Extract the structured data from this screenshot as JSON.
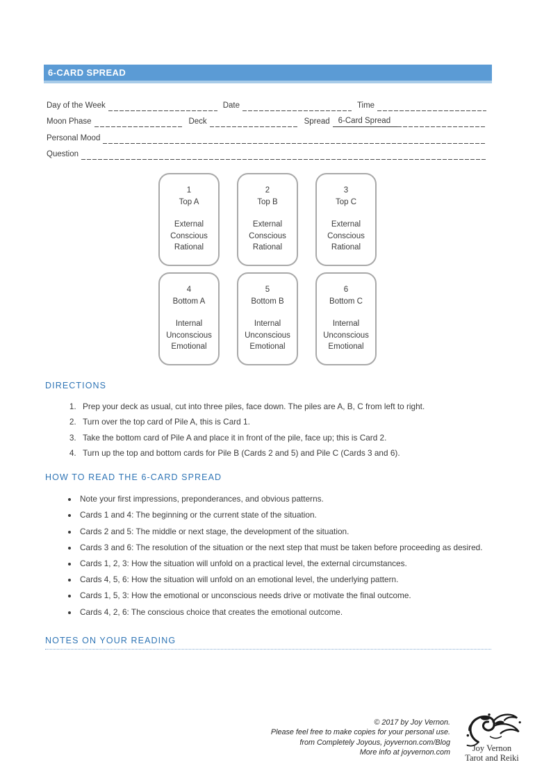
{
  "header": {
    "title": "6-CARD SPREAD"
  },
  "form": {
    "row1": {
      "day_label": "Day of the Week",
      "day_value": "",
      "date_label": "Date",
      "date_value": "",
      "time_label": "Time",
      "time_value": ""
    },
    "row2": {
      "moon_label": "Moon Phase",
      "moon_value": "",
      "deck_label": "Deck",
      "deck_value": "",
      "spread_label": "Spread",
      "spread_value": "6-Card Spread"
    },
    "row3": {
      "mood_label": "Personal Mood",
      "mood_value": ""
    },
    "row4": {
      "question_label": "Question",
      "question_value": ""
    }
  },
  "cards": [
    {
      "number": "1",
      "position": "Top A",
      "attributes": [
        "External",
        "Conscious",
        "Rational"
      ]
    },
    {
      "number": "2",
      "position": "Top B",
      "attributes": [
        "External",
        "Conscious",
        "Rational"
      ]
    },
    {
      "number": "3",
      "position": "Top C",
      "attributes": [
        "External",
        "Conscious",
        "Rational"
      ]
    },
    {
      "number": "4",
      "position": "Bottom A",
      "attributes": [
        "Internal",
        "Unconscious",
        "Emotional"
      ]
    },
    {
      "number": "5",
      "position": "Bottom B",
      "attributes": [
        "Internal",
        "Unconscious",
        "Emotional"
      ]
    },
    {
      "number": "6",
      "position": "Bottom C",
      "attributes": [
        "Internal",
        "Unconscious",
        "Emotional"
      ]
    }
  ],
  "directions": {
    "heading": "DIRECTIONS",
    "steps": [
      "Prep your deck as usual, cut into three piles, face down. The piles are A, B, C from left to right.",
      "Turn over the top card of Pile A, this is Card 1.",
      "Take the bottom card of Pile A and place it in front of the pile, face up; this is Card 2.",
      "Turn up the top and bottom cards for Pile B (Cards 2 and 5) and Pile C (Cards 3 and 6)."
    ]
  },
  "how_to_read": {
    "heading": "HOW TO READ THE 6-CARD SPREAD",
    "bullets": [
      "Note your first impressions, preponderances, and obvious patterns.",
      "Cards 1 and 4: The beginning or the current state of the situation.",
      "Cards 2 and 5: The middle or next stage, the development of the situation.",
      "Cards 3 and 6: The resolution of the situation or the next step that must be taken before proceeding as desired.",
      "Cards 1, 2, 3: How the situation will unfold on a practical level, the external circumstances.",
      "Cards 4, 5, 6: How the situation will unfold on an emotional level, the underlying pattern.",
      "Cards 1, 5, 3: How the emotional or unconscious needs drive or motivate the final outcome.",
      "Cards 4, 2, 6: The conscious choice that creates the emotional outcome."
    ]
  },
  "notes": {
    "heading": "NOTES ON YOUR READING"
  },
  "footer": {
    "copyright_lines": [
      "© 2017 by Joy Vernon.",
      "Please feel free to make copies for your personal use.",
      "from Completely Joyous, joyvernon.com/Blog",
      "More info at joyvernon.com"
    ],
    "logo_name": "Joy Vernon",
    "logo_subtitle": "Tarot and Reiki"
  },
  "colors": {
    "header_bar": "#5b9bd5",
    "header_strip": "#a8cbe8",
    "heading_text": "#2e74b5",
    "body_text": "#333333",
    "card_border": "#a8a8a8",
    "dotted_rule": "#7fa8d0"
  }
}
